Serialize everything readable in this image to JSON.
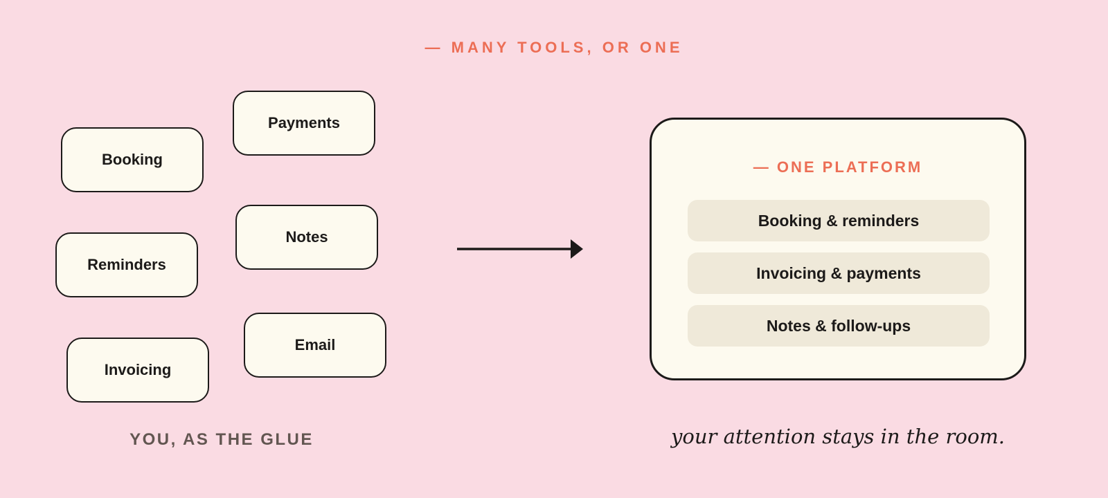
{
  "header": {
    "eyebrow": "— MANY TOOLS, OR ONE"
  },
  "left_panel": {
    "tools": [
      {
        "label": "Booking"
      },
      {
        "label": "Payments"
      },
      {
        "label": "Reminders"
      },
      {
        "label": "Notes"
      },
      {
        "label": "Invoicing"
      },
      {
        "label": "Email"
      }
    ],
    "caption": "YOU, AS THE GLUE"
  },
  "arrow": {
    "icon": "arrow-right-icon"
  },
  "right_panel": {
    "title": "— ONE PLATFORM",
    "features": [
      {
        "label": "Booking & reminders"
      },
      {
        "label": "Invoicing & payments"
      },
      {
        "label": "Notes & follow-ups"
      }
    ],
    "caption": "your attention stays in the room."
  },
  "colors": {
    "background": "#fadbe3",
    "accent": "#ec6e55",
    "card": "#fdfaef",
    "feature_row": "#efe9d9",
    "ink": "#1c1a19",
    "muted_caption": "#625651"
  }
}
